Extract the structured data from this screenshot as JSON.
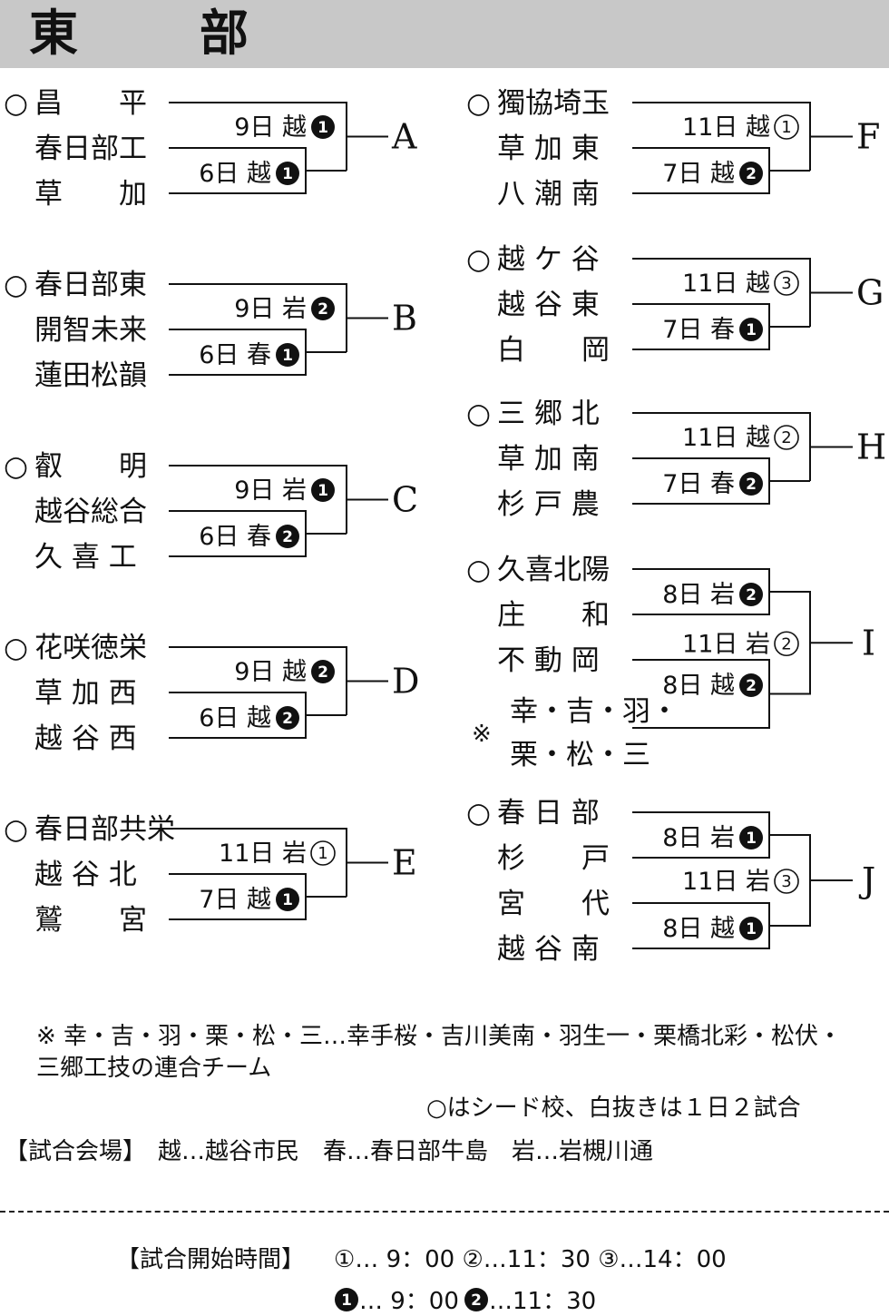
{
  "title": "東　部",
  "brackets": [
    {
      "group": "A",
      "teams": [
        {
          "name": "昌　　平",
          "seed": true
        },
        {
          "name": "春日部工",
          "seed": false
        },
        {
          "name": "草　　加",
          "seed": false
        }
      ],
      "matches": [
        {
          "date": "9日",
          "venue": "越",
          "mark": "1",
          "filled": true
        },
        {
          "date": "6日",
          "venue": "越",
          "mark": "1",
          "filled": true
        }
      ]
    },
    {
      "group": "B",
      "teams": [
        {
          "name": "春日部東",
          "seed": true
        },
        {
          "name": "開智未来",
          "seed": false
        },
        {
          "name": "蓮田松韻",
          "seed": false
        }
      ],
      "matches": [
        {
          "date": "9日",
          "venue": "岩",
          "mark": "2",
          "filled": true
        },
        {
          "date": "6日",
          "venue": "春",
          "mark": "1",
          "filled": true
        }
      ]
    },
    {
      "group": "C",
      "teams": [
        {
          "name": "叡　　明",
          "seed": true
        },
        {
          "name": "越谷総合",
          "seed": false
        },
        {
          "name": "久 喜 工",
          "seed": false
        }
      ],
      "matches": [
        {
          "date": "9日",
          "venue": "岩",
          "mark": "1",
          "filled": true
        },
        {
          "date": "6日",
          "venue": "春",
          "mark": "2",
          "filled": true
        }
      ]
    },
    {
      "group": "D",
      "teams": [
        {
          "name": "花咲徳栄",
          "seed": true
        },
        {
          "name": "草 加 西",
          "seed": false
        },
        {
          "name": "越 谷 西",
          "seed": false
        }
      ],
      "matches": [
        {
          "date": "9日",
          "venue": "越",
          "mark": "2",
          "filled": true
        },
        {
          "date": "6日",
          "venue": "越",
          "mark": "2",
          "filled": true
        }
      ]
    },
    {
      "group": "E",
      "teams": [
        {
          "name": "春日部共栄",
          "seed": true
        },
        {
          "name": "越 谷 北",
          "seed": false
        },
        {
          "name": "鷲　　宮",
          "seed": false
        }
      ],
      "matches": [
        {
          "date": "11日",
          "venue": "岩",
          "mark": "1",
          "filled": false
        },
        {
          "date": "7日",
          "venue": "越",
          "mark": "1",
          "filled": true
        }
      ]
    },
    {
      "group": "F",
      "teams": [
        {
          "name": "獨協埼玉",
          "seed": true
        },
        {
          "name": "草 加 東",
          "seed": false
        },
        {
          "name": "八 潮 南",
          "seed": false
        }
      ],
      "matches": [
        {
          "date": "11日",
          "venue": "越",
          "mark": "1",
          "filled": false
        },
        {
          "date": "7日",
          "venue": "越",
          "mark": "2",
          "filled": true
        }
      ]
    },
    {
      "group": "G",
      "teams": [
        {
          "name": "越 ケ 谷",
          "seed": true
        },
        {
          "name": "越 谷 東",
          "seed": false
        },
        {
          "name": "白　　岡",
          "seed": false
        }
      ],
      "matches": [
        {
          "date": "11日",
          "venue": "越",
          "mark": "3",
          "filled": false
        },
        {
          "date": "7日",
          "venue": "春",
          "mark": "1",
          "filled": true
        }
      ]
    },
    {
      "group": "H",
      "teams": [
        {
          "name": "三 郷 北",
          "seed": true
        },
        {
          "name": "草 加 南",
          "seed": false
        },
        {
          "name": "杉 戸 農",
          "seed": false
        }
      ],
      "matches": [
        {
          "date": "11日",
          "venue": "越",
          "mark": "2",
          "filled": false
        },
        {
          "date": "7日",
          "venue": "春",
          "mark": "2",
          "filled": true
        }
      ]
    },
    {
      "group": "I",
      "teams": [
        {
          "name": "久喜北陽",
          "seed": true
        },
        {
          "name": "庄　　和",
          "seed": false
        },
        {
          "name": "不 動 岡",
          "seed": false
        },
        {
          "name": "幸・吉・羽・",
          "name2": "栗・松・三",
          "seed": false,
          "note": "※"
        }
      ],
      "matches": [
        {
          "date": "8日",
          "venue": "岩",
          "mark": "2",
          "filled": true
        },
        {
          "date": "11日",
          "venue": "岩",
          "mark": "2",
          "filled": false
        },
        {
          "date": "8日",
          "venue": "越",
          "mark": "2",
          "filled": true
        }
      ]
    },
    {
      "group": "J",
      "teams": [
        {
          "name": "春 日 部",
          "seed": true
        },
        {
          "name": "杉　　戸",
          "seed": false
        },
        {
          "name": "宮　　代",
          "seed": false
        },
        {
          "name": "越 谷 南",
          "seed": false
        }
      ],
      "matches": [
        {
          "date": "8日",
          "venue": "岩",
          "mark": "1",
          "filled": true
        },
        {
          "date": "11日",
          "venue": "岩",
          "mark": "3",
          "filled": false
        },
        {
          "date": "8日",
          "venue": "越",
          "mark": "1",
          "filled": true
        }
      ]
    }
  ],
  "seed_mark": "○",
  "notes": {
    "joint_team_line1": "※ 幸・吉・羽・栗・松・三…幸手桜・吉川美南・羽生一・栗橋北彩・松伏・",
    "joint_team_line2": "三郷工技の連合チーム",
    "legend": "○はシード校、白抜きは１日２試合",
    "venues": "【試合会場】　越…越谷市民　春…春日部牛島　岩…岩槻川通"
  },
  "schedule": {
    "label": "【試合開始時間】",
    "line1": "①… 9：00 ②…11：30 ③…14：00",
    "line2_first": "… 9：00",
    "line2_second": "…11：30",
    "filled1": "1",
    "filled2": "2"
  }
}
